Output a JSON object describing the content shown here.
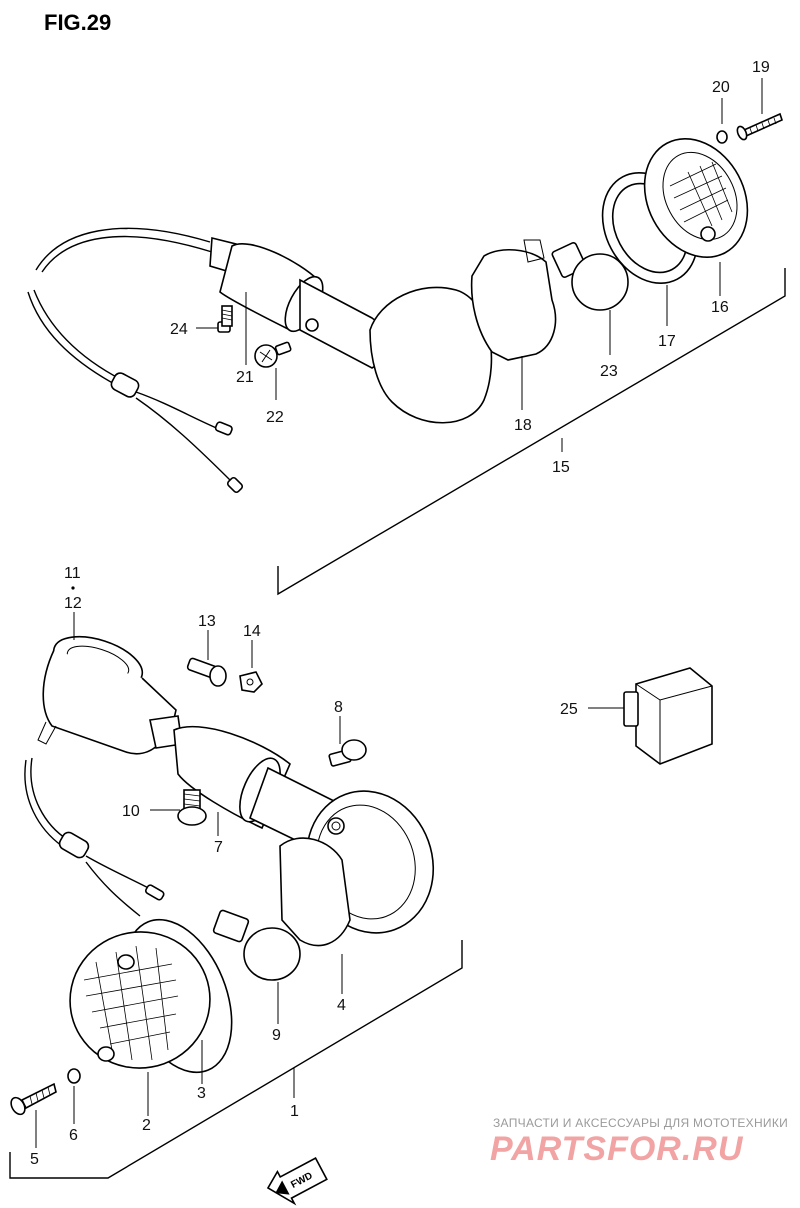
{
  "figure": {
    "title": "FIG.29"
  },
  "callouts": {
    "c1": "1",
    "c2": "2",
    "c3": "3",
    "c4": "4",
    "c5": "5",
    "c6": "6",
    "c7": "7",
    "c8": "8",
    "c9": "9",
    "c10": "10",
    "c11": "11",
    "c12": "12",
    "c13": "13",
    "c14": "14",
    "c15": "15",
    "c16": "16",
    "c17": "17",
    "c18": "18",
    "c19": "19",
    "c20": "20",
    "c21": "21",
    "c22": "22",
    "c23": "23",
    "c24": "24",
    "c25": "25"
  },
  "direction_badge": "FWD",
  "watermark": {
    "line1": "ЗАПЧАСТИ И АКСЕССУАРЫ ДЛЯ МОТОТЕХНИКИ",
    "line2": "PARTSFOR.RU"
  }
}
